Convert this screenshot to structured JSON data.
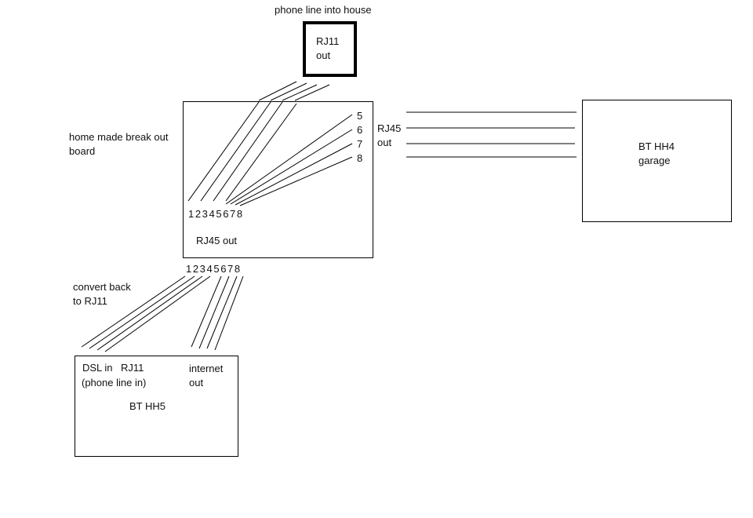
{
  "labels": {
    "phone_line": "phone line into house",
    "rj11_line1": "RJ11",
    "rj11_line2": "out",
    "breakout_line1": "home made break out",
    "breakout_line2": "board",
    "pins_inner": "1 2 3 4 5 6 7 8",
    "rj45_inner": "RJ45 out",
    "pin5": "5",
    "pin6": "6",
    "pin7": "7",
    "pin8": "8",
    "rj45_right_line1": "RJ45",
    "rj45_right_line2": "out",
    "hh4_line1": "BT HH4",
    "hh4_line2": "garage",
    "pins_bottom": "1 2 3 4 5 6 7 8",
    "convert_line1": "convert back",
    "convert_line2": "to RJ11",
    "dsl_in": "DSL in",
    "rj11_hh5": "RJ11",
    "phone_line_in": "(phone line in)",
    "internet_line1": "internet",
    "internet_line2": "out",
    "hh5": "BT HH5"
  },
  "colors": {
    "line": "#000000",
    "background": "#ffffff"
  }
}
